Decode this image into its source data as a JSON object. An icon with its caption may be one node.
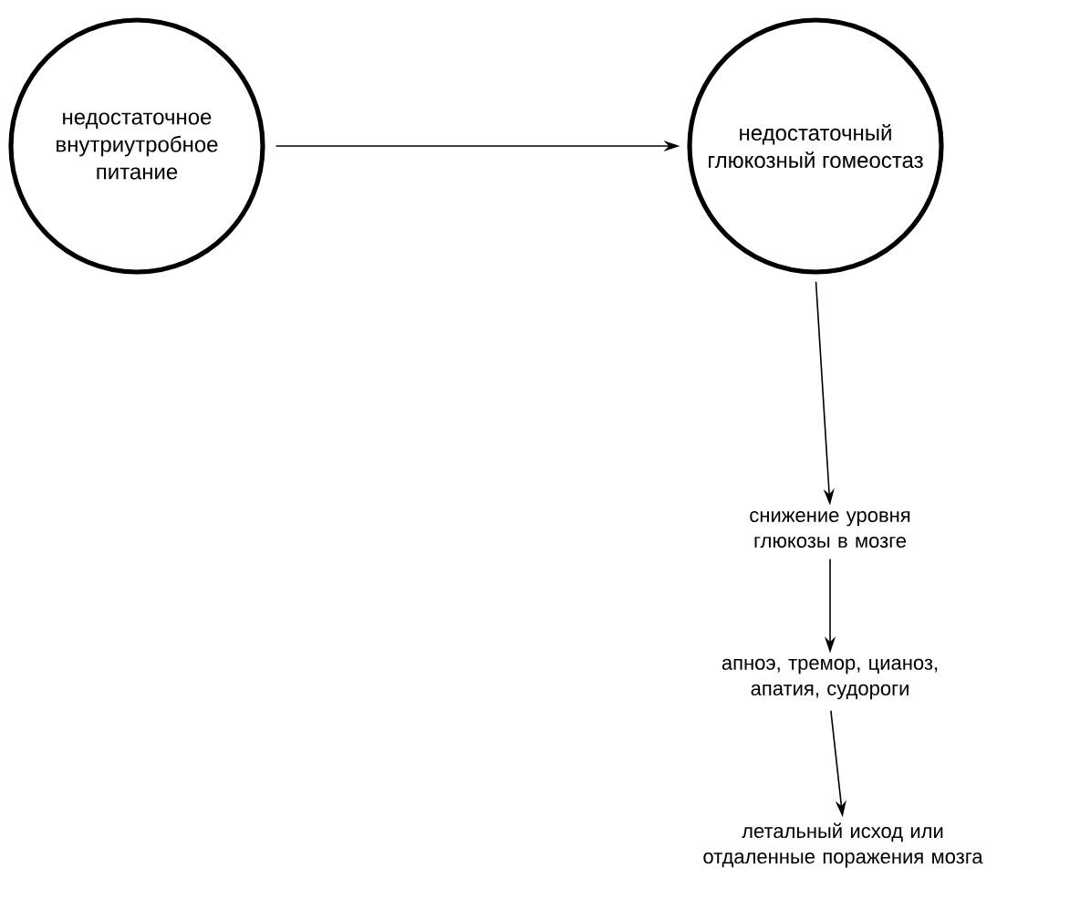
{
  "diagram": {
    "nodes": [
      {
        "text": [
          "недостаточное внутриутробное питание"
        ]
      },
      {
        "text": [
          "недостаточный глюкозный гомеостаз"
        ]
      },
      {
        "text": [
          "снижение уровня глюкозы в мозге"
        ]
      },
      {
        "text": [
          "апноэ, тремор, цианоз, апатия, судороги"
        ]
      },
      {
        "text": [
          "летальный исход или отдаленные поражения мозга"
        ]
      }
    ],
    "edges": [
      {
        "from": 0,
        "to": 1,
        "arrow": "to"
      },
      {
        "from": 1,
        "to": 2,
        "arrow": "to"
      },
      {
        "from": 2,
        "to": 3,
        "arrow": "to"
      },
      {
        "from": 3,
        "to": 4,
        "arrow": "to"
      }
    ]
  }
}
